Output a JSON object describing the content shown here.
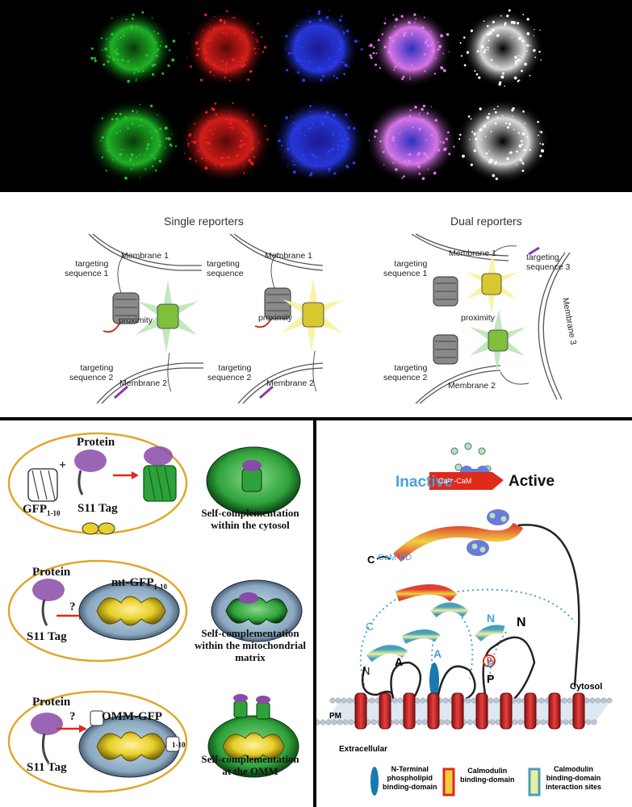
{
  "micrographs": {
    "rows": 2,
    "channels": [
      "green",
      "red",
      "blue",
      "merge",
      "white"
    ],
    "colors": {
      "green": "#22c22a",
      "red": "#e8201c",
      "blue": "#2b3cf0",
      "merge": "#e07af0",
      "white": "#ffffff"
    }
  },
  "reporters": {
    "single_heading": "Single reporters",
    "dual_heading": "Dual reporters",
    "left": {
      "membrane1": "Membrane 1",
      "membrane2": "Membrane 2",
      "targeting1": "targeting\nsequence 1",
      "targeting2": "targeting\nsequence 2",
      "proximity": "proximity"
    },
    "middle": {
      "membrane1": "Membrane 1",
      "membrane2": "Membrane 2",
      "targeting1": "targeting\nsequence",
      "targeting2": "targeting\nsequence 2",
      "proximity": "proximity"
    },
    "right": {
      "membrane1": "Membrane 1",
      "membrane2": "Membrane 2",
      "membrane3": "Membrane 3",
      "targeting1": "targeting\nsequence 1",
      "targeting2": "targeting\nsequence 2",
      "targeting3": "targeting\nsequence 3",
      "proximity": "proximity"
    },
    "colors": {
      "green_star": "#8fd18a",
      "yellow_star": "#f5ee7a"
    }
  },
  "gfp_panel": {
    "row1": {
      "protein": "Protein",
      "plus": "+",
      "gfp": "GFP",
      "gfp_sub": "1-10",
      "tag": "S11 Tag",
      "caption": "Self-complementation\nwithin the cytosol"
    },
    "row2": {
      "protein": "Protein",
      "mtgfp": "mt-GFP",
      "mtgfp_sub": "1-10",
      "question": "?",
      "tag": "S11 Tag",
      "caption": "Self-complementation\nwithin the mitochondrial\nmatrix"
    },
    "row3": {
      "protein": "Protein",
      "ommgfp": "OMM-GFP",
      "ommgfp_sub": "1-10",
      "question": "?",
      "tag": "S11 Tag",
      "caption": "Self-complementation\nat the OMM"
    },
    "colors": {
      "ellipse_border": "#e0a82a",
      "green": "#2ea23a",
      "yellow": "#e8d02a",
      "purple": "#8a4aa8"
    }
  },
  "pump_panel": {
    "inactive": "Inactive",
    "active": "Active",
    "arrow_label": "Ca²⁺-CaM",
    "cambd": "CaM-BD",
    "c_top": "C",
    "c_left": "C",
    "n_left": "N",
    "a1": "A",
    "a2": "A",
    "n_blue": "N",
    "n_black": "N",
    "p_blue": "P",
    "p_black": "P",
    "d": "D",
    "cytosol": "Cytosol",
    "pm": "PM",
    "extracellular": "Extracellular",
    "legend": [
      {
        "label": "N-Terminal\nphospholipid\nbinding-domain"
      },
      {
        "label": "Calmodulin\nbinding-domain"
      },
      {
        "label": "Calmodulin\nbinding-domain\ninteraction sites"
      }
    ],
    "colors": {
      "inactive": "#4aa0d8",
      "active": "#111111",
      "arrow": "#e02a1a",
      "cambd": "#4aa0d8"
    }
  }
}
